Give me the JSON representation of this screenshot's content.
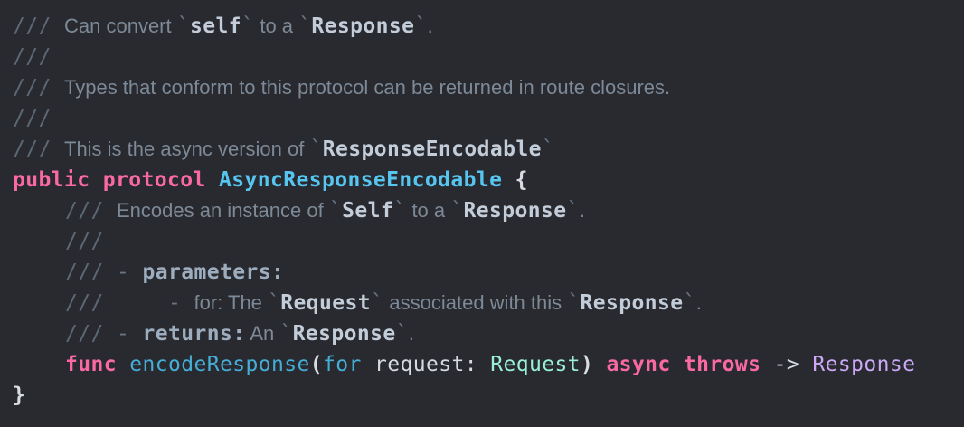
{
  "meta": {
    "language": "swift",
    "theme": "dark",
    "content_kind": "source-code-view"
  },
  "palette": {
    "background": "#282a30",
    "comment_slash": "#5c6874",
    "comment_text": "#7d8996",
    "doc_inline_code": "#c3cdd9",
    "doc_markup_keyword": "#9dadbe",
    "keyword": "#fb69a5",
    "type_declaration": "#56c5ef",
    "function_name": "#46aed6",
    "argument_label": "#46aed6",
    "parameter_type": "#9af0d4",
    "return_type": "#cca9f6",
    "plain_text": "#d6dbe1",
    "punctuation": "#d9dde2"
  },
  "code": {
    "lines": [
      {
        "indent": false,
        "segments": [
          {
            "k": "slash",
            "t": "///"
          },
          {
            "k": "sp",
            "t": " "
          },
          {
            "k": "prose",
            "t": "Can convert "
          },
          {
            "k": "tick",
            "t": "`"
          },
          {
            "k": "code",
            "t": "self"
          },
          {
            "k": "tick",
            "t": "`"
          },
          {
            "k": "prose",
            "t": " to a "
          },
          {
            "k": "tick",
            "t": "`"
          },
          {
            "k": "code",
            "t": "Response"
          },
          {
            "k": "tick",
            "t": "`"
          },
          {
            "k": "prose",
            "t": "."
          }
        ]
      },
      {
        "indent": false,
        "segments": [
          {
            "k": "slash",
            "t": "///"
          }
        ]
      },
      {
        "indent": false,
        "segments": [
          {
            "k": "slash",
            "t": "///"
          },
          {
            "k": "sp",
            "t": " "
          },
          {
            "k": "prose",
            "t": "Types that conform to this protocol can be returned in route closures."
          }
        ]
      },
      {
        "indent": false,
        "segments": [
          {
            "k": "slash",
            "t": "///"
          }
        ]
      },
      {
        "indent": false,
        "segments": [
          {
            "k": "slash",
            "t": "///"
          },
          {
            "k": "sp",
            "t": " "
          },
          {
            "k": "prose",
            "t": "This is the async version of "
          },
          {
            "k": "tick",
            "t": "`"
          },
          {
            "k": "code",
            "t": "ResponseEncodable"
          },
          {
            "k": "tick",
            "t": "`"
          }
        ]
      },
      {
        "indent": false,
        "segments": [
          {
            "k": "kw",
            "t": "public protocol"
          },
          {
            "k": "plain",
            "t": " "
          },
          {
            "k": "typedecl",
            "t": "AsyncResponseEncodable"
          },
          {
            "k": "plain",
            "t": " "
          },
          {
            "k": "punct",
            "t": "{"
          }
        ]
      },
      {
        "indent": true,
        "segments": [
          {
            "k": "slash",
            "t": "///"
          },
          {
            "k": "sp",
            "t": " "
          },
          {
            "k": "prose",
            "t": "Encodes an instance of "
          },
          {
            "k": "tick",
            "t": "`"
          },
          {
            "k": "code",
            "t": "Self"
          },
          {
            "k": "tick",
            "t": "`"
          },
          {
            "k": "prose",
            "t": " to a "
          },
          {
            "k": "tick",
            "t": "`"
          },
          {
            "k": "code",
            "t": "Response"
          },
          {
            "k": "tick",
            "t": "`"
          },
          {
            "k": "prose",
            "t": "."
          }
        ]
      },
      {
        "indent": true,
        "segments": [
          {
            "k": "slash",
            "t": "///"
          }
        ]
      },
      {
        "indent": true,
        "segments": [
          {
            "k": "slash",
            "t": "///"
          },
          {
            "k": "sp",
            "t": " "
          },
          {
            "k": "dash",
            "t": "- "
          },
          {
            "k": "dockw",
            "t": "parameters:"
          }
        ]
      },
      {
        "indent": true,
        "segments": [
          {
            "k": "slash",
            "t": "///"
          },
          {
            "k": "sp",
            "t": "     "
          },
          {
            "k": "dash",
            "t": "- "
          },
          {
            "k": "prose",
            "t": "for: The "
          },
          {
            "k": "tick",
            "t": "`"
          },
          {
            "k": "code",
            "t": "Request"
          },
          {
            "k": "tick",
            "t": "`"
          },
          {
            "k": "prose",
            "t": " associated with this "
          },
          {
            "k": "tick",
            "t": "`"
          },
          {
            "k": "code",
            "t": "Response"
          },
          {
            "k": "tick",
            "t": "`"
          },
          {
            "k": "prose",
            "t": "."
          }
        ]
      },
      {
        "indent": true,
        "segments": [
          {
            "k": "slash",
            "t": "///"
          },
          {
            "k": "sp",
            "t": " "
          },
          {
            "k": "dash",
            "t": "- "
          },
          {
            "k": "dockw",
            "t": "returns:"
          },
          {
            "k": "prose",
            "t": " An "
          },
          {
            "k": "tick",
            "t": "`"
          },
          {
            "k": "code",
            "t": "Response"
          },
          {
            "k": "tick",
            "t": "`"
          },
          {
            "k": "prose",
            "t": "."
          }
        ]
      },
      {
        "indent": true,
        "segments": [
          {
            "k": "kw",
            "t": "func"
          },
          {
            "k": "plain",
            "t": " "
          },
          {
            "k": "fname",
            "t": "encodeResponse"
          },
          {
            "k": "punct",
            "t": "("
          },
          {
            "k": "argl",
            "t": "for"
          },
          {
            "k": "plain",
            "t": " request: "
          },
          {
            "k": "ptype",
            "t": "Request"
          },
          {
            "k": "punct",
            "t": ")"
          },
          {
            "k": "plain",
            "t": " "
          },
          {
            "k": "kw",
            "t": "async throws"
          },
          {
            "k": "plain",
            "t": " -> "
          },
          {
            "k": "rtype",
            "t": "Response"
          }
        ]
      },
      {
        "indent": false,
        "segments": [
          {
            "k": "punct",
            "t": "}"
          }
        ]
      }
    ]
  }
}
